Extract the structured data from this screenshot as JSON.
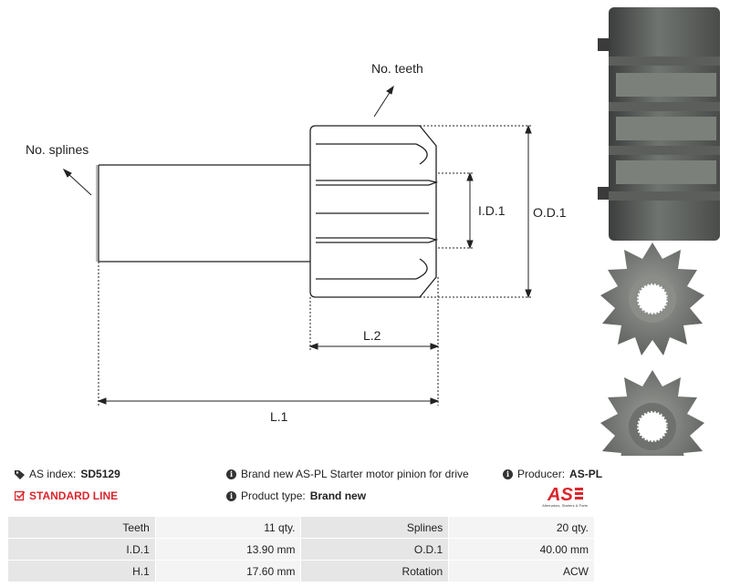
{
  "drawing": {
    "label_teeth": "No. teeth",
    "label_splines": "No. splines",
    "label_id1": "I.D.1",
    "label_od1": "O.D.1",
    "label_l2": "L.2",
    "label_l1": "L.1"
  },
  "info": {
    "as_index_label": "AS index:",
    "as_index_value": "SD5129",
    "description": "Brand new AS-PL Starter motor pinion for drive",
    "producer_label": "Producer:",
    "producer_value": "AS-PL",
    "line": "STANDARD LINE",
    "product_type_label": "Product type:",
    "product_type_value": "Brand new",
    "accent_color": "#d9262c"
  },
  "logo": {
    "mark": "AS",
    "tagline": "Alternators, Starters & Parts"
  },
  "specs": [
    {
      "k1": "Teeth",
      "v1": "11 qty.",
      "k2": "Splines",
      "v2": "20 qty."
    },
    {
      "k1": "I.D.1",
      "v1": "13.90 mm",
      "k2": "O.D.1",
      "v2": "40.00 mm"
    },
    {
      "k1": "H.1",
      "v1": "17.60 mm",
      "k2": "Rotation",
      "v2": "ACW"
    }
  ]
}
